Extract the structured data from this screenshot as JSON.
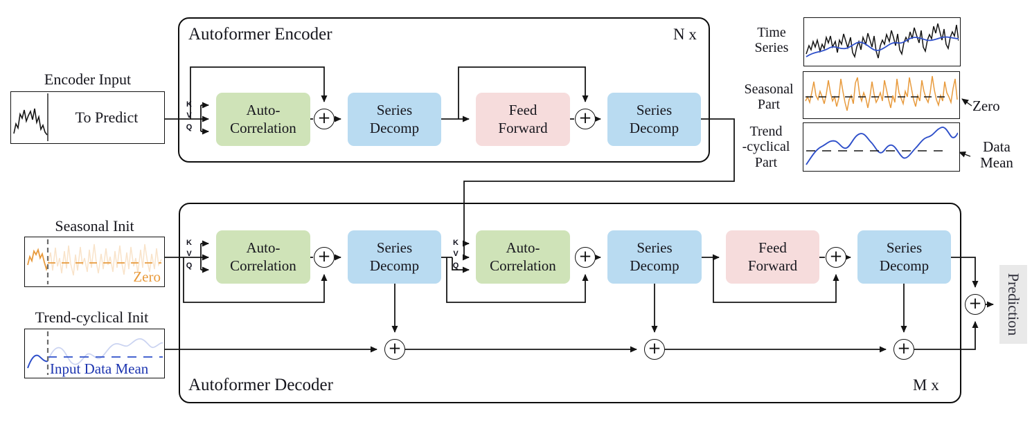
{
  "encoder": {
    "title": "Autoformer Encoder",
    "repeat": "N x"
  },
  "decoder": {
    "title": "Autoformer Decoder",
    "repeat": "M x"
  },
  "blocks": {
    "auto_correlation": [
      "Auto-",
      "Correlation"
    ],
    "series_decomp": [
      "Series",
      "Decomp"
    ],
    "feed_forward": [
      "Feed",
      "Forward"
    ]
  },
  "attention_io": {
    "k": "K",
    "v": "V",
    "q": "Q"
  },
  "plus": "+",
  "encoder_input": {
    "label": "Encoder Input",
    "to_predict": "To Predict"
  },
  "seasonal_init": {
    "label": "Seasonal Init",
    "annotation": "Zero"
  },
  "trend_init": {
    "label": "Trend-cyclical Init",
    "annotation": "Input Data Mean"
  },
  "decomposition_plots": {
    "time_series": {
      "label": [
        "Time",
        "Series"
      ]
    },
    "seasonal_part": {
      "label": [
        "Seasonal",
        "Part"
      ],
      "annotation": "Zero"
    },
    "trend_part": {
      "label": [
        "Trend",
        "-cyclical",
        "Part"
      ],
      "annotation": [
        "Data",
        "Mean"
      ]
    }
  },
  "prediction": {
    "label": "Prediction"
  },
  "colors": {
    "auto_correlation_green": "#cfe3b8",
    "series_decomp_blue": "#b9dbf1",
    "feed_forward_pink": "#f6dcdc",
    "seasonal_orange": "#e89a3c",
    "trend_blue": "#2d4ec9",
    "annotation_blue": "#1d35b0",
    "prediction_bg": "#e9e9e9",
    "line_black": "#141414"
  }
}
